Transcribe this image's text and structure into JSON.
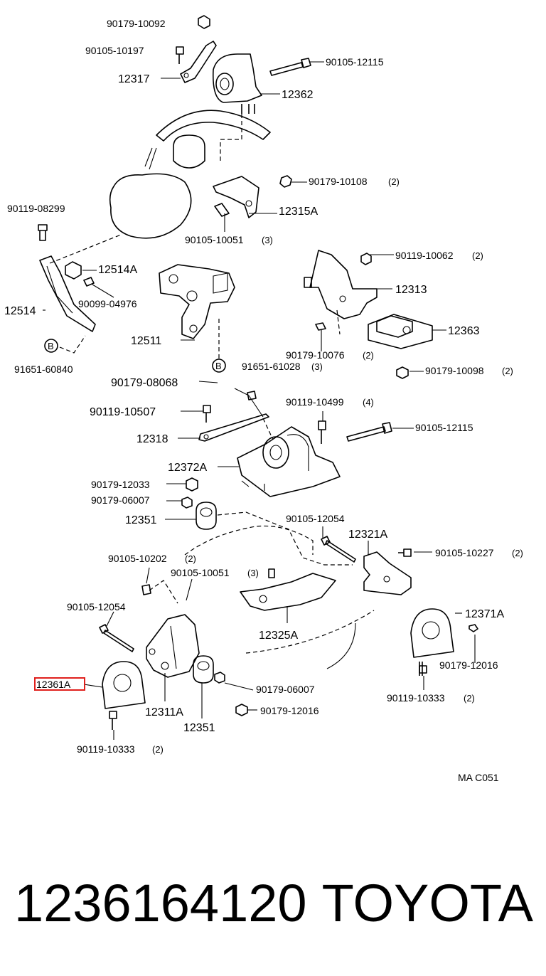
{
  "diagram": {
    "code": "MA C051",
    "highlighted_part": "12361A",
    "labels": [
      {
        "id": "90179-10092",
        "qty": ""
      },
      {
        "id": "90105-10197",
        "qty": ""
      },
      {
        "id": "12317",
        "qty": ""
      },
      {
        "id": "90105-12115",
        "qty": ""
      },
      {
        "id": "12362",
        "qty": ""
      },
      {
        "id": "90179-10108",
        "qty": "(2)"
      },
      {
        "id": "12315A",
        "qty": ""
      },
      {
        "id": "90119-08299",
        "qty": ""
      },
      {
        "id": "90105-10051",
        "qty": "(3)"
      },
      {
        "id": "12514A",
        "qty": ""
      },
      {
        "id": "90119-10062",
        "qty": "(2)"
      },
      {
        "id": "12514",
        "qty": ""
      },
      {
        "id": "90099-04976",
        "qty": ""
      },
      {
        "id": "12313",
        "qty": ""
      },
      {
        "id": "12511",
        "qty": ""
      },
      {
        "id": "12363",
        "qty": ""
      },
      {
        "id": "90179-10076",
        "qty": "(2)"
      },
      {
        "id": "91651-60840",
        "qty": ""
      },
      {
        "id": "91651-61028",
        "qty": "(3)"
      },
      {
        "id": "90179-10098",
        "qty": "(2)"
      },
      {
        "id": "90179-08068",
        "qty": ""
      },
      {
        "id": "90119-10499",
        "qty": "(4)"
      },
      {
        "id": "90119-10507",
        "qty": ""
      },
      {
        "id": "90105-12115",
        "qty": ""
      },
      {
        "id": "12318",
        "qty": ""
      },
      {
        "id": "12372A",
        "qty": ""
      },
      {
        "id": "90179-12033",
        "qty": ""
      },
      {
        "id": "90179-06007",
        "qty": ""
      },
      {
        "id": "12351",
        "qty": ""
      },
      {
        "id": "90105-12054",
        "qty": ""
      },
      {
        "id": "12321A",
        "qty": ""
      },
      {
        "id": "90105-10202",
        "qty": "(2)"
      },
      {
        "id": "90105-10227",
        "qty": "(2)"
      },
      {
        "id": "90105-10051",
        "qty": "(3)"
      },
      {
        "id": "90105-12054",
        "qty": ""
      },
      {
        "id": "12371A",
        "qty": ""
      },
      {
        "id": "12325A",
        "qty": ""
      },
      {
        "id": "90179-12016",
        "qty": ""
      },
      {
        "id": "12361A",
        "qty": ""
      },
      {
        "id": "90179-06007",
        "qty": ""
      },
      {
        "id": "90119-10333",
        "qty": "(2)"
      },
      {
        "id": "12311A",
        "qty": ""
      },
      {
        "id": "90179-12016",
        "qty": ""
      },
      {
        "id": "12351",
        "qty": ""
      },
      {
        "id": "90119-10333",
        "qty": "(2)"
      }
    ],
    "marker_letter": "B"
  },
  "footer": {
    "part_number": "1236164120",
    "brand": "TOYOTA"
  }
}
